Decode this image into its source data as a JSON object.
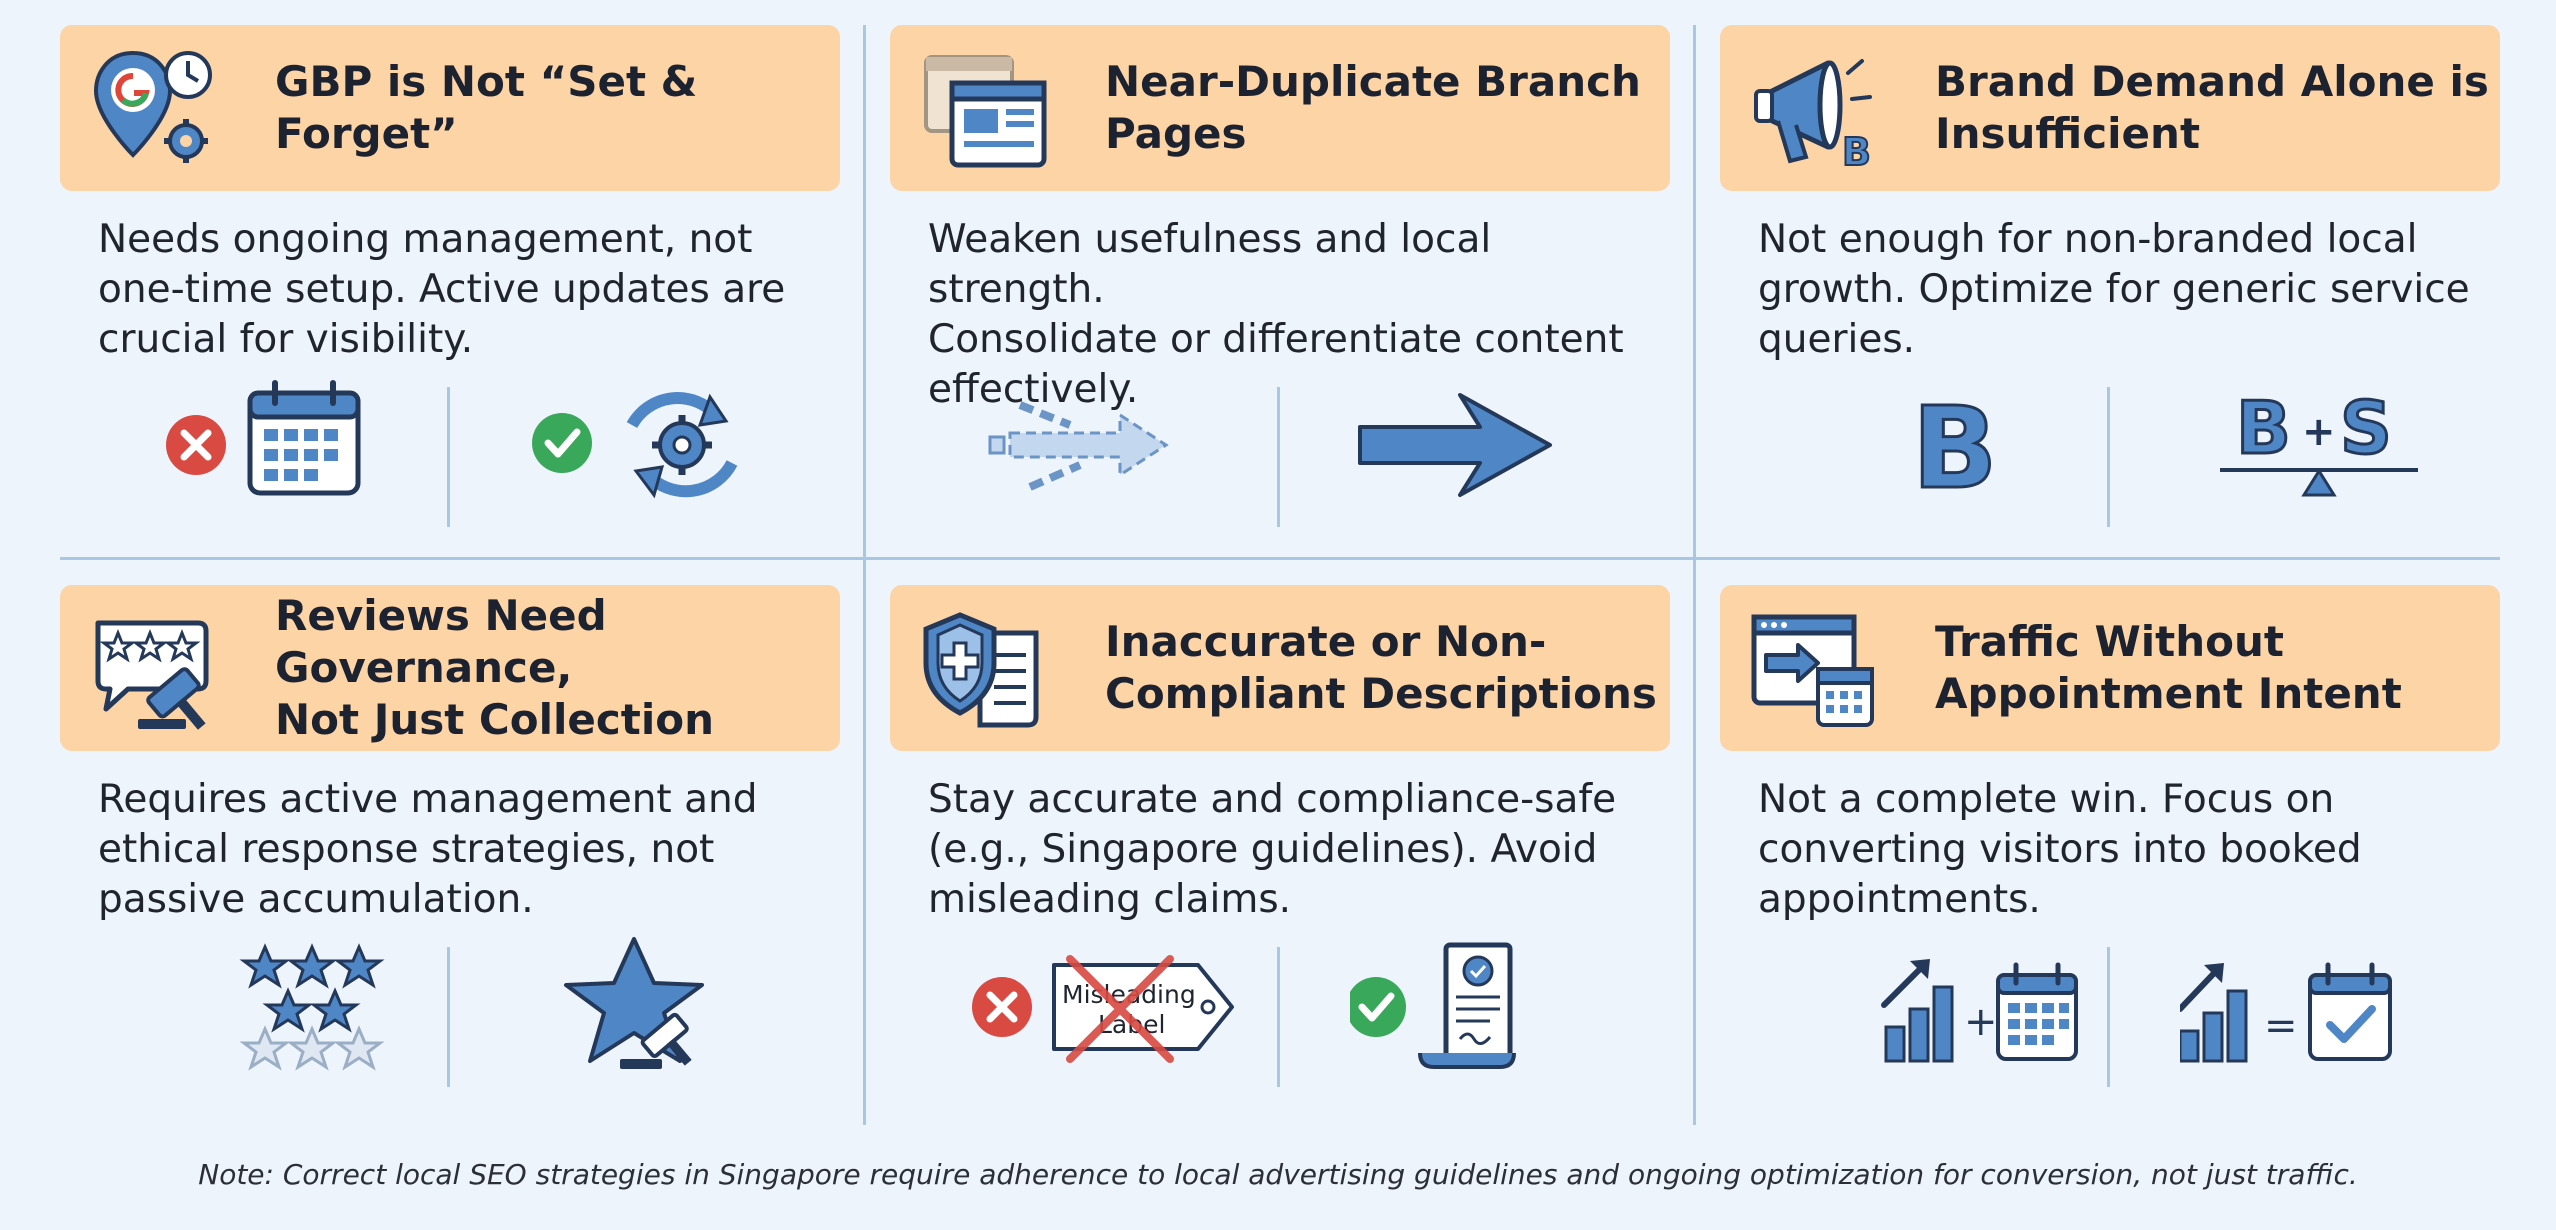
{
  "cards": [
    {
      "title": "GBP is Not “Set & Forget”",
      "description": "Needs ongoing management, not\none-time setup. Active updates are\ncrucial for visibility.",
      "icon": "google-location-clock-gear-icon",
      "left_icons": [
        "cross-icon",
        "calendar-icon"
      ],
      "right_icons": [
        "check-icon",
        "refresh-gear-icon"
      ]
    },
    {
      "title": "Near-Duplicate Branch\nPages",
      "description": "Weaken usefulness and local strength.\nConsolidate or differentiate content\neffectively.",
      "icon": "duplicate-pages-icon",
      "left_icons": [
        "scattered-arrow-icon"
      ],
      "right_icons": [
        "merged-arrow-icon"
      ]
    },
    {
      "title": "Brand Demand Alone is\nInsufficient",
      "description": "Not enough for non-branded local\ngrowth. Optimize for generic service\nqueries.",
      "icon": "megaphone-icon",
      "left_icons": [
        "brand-b-icon"
      ],
      "right_icons": [
        "brand-plus-service-balance-icon"
      ],
      "left_text": "B",
      "right_text_a": "B",
      "right_text_plus": "+",
      "right_text_b": "S",
      "icon_letter": "B"
    },
    {
      "title": "Reviews Need Governance,\nNot Just Collection",
      "description": "Requires active management and\nethical response strategies, not\npassive accumulation.",
      "icon": "review-gavel-icon",
      "left_icons": [
        "star-pile-icon"
      ],
      "right_icons": [
        "star-gavel-icon"
      ]
    },
    {
      "title": "Inaccurate or Non-\nCompliant Descriptions",
      "description": "Stay accurate and compliance-safe\n(e.g., Singapore guidelines). Avoid\nmisleading claims.",
      "icon": "shield-document-icon",
      "left_icons": [
        "cross-icon",
        "misleading-label-icon"
      ],
      "right_icons": [
        "check-icon",
        "certified-document-icon"
      ],
      "label_line1": "Misleading",
      "label_line2": "Label"
    },
    {
      "title": "Traffic Without\nAppointment Intent",
      "description": "Not a complete win. Focus on\nconverting visitors into booked\nappointments.",
      "icon": "browser-arrow-calendar-icon",
      "left_icons": [
        "growth-chart-icon",
        "calendar-icon"
      ],
      "right_icons": [
        "growth-chart-icon",
        "calendar-check-icon"
      ],
      "left_op": "+",
      "right_op": "="
    }
  ],
  "note": "Note: Correct local SEO strategies in Singapore require adherence to local advertising guidelines and ongoing optimization for conversion, not just traffic.",
  "colors": {
    "banner": "#fdd4a6",
    "background": "#eef4fb",
    "accent_blue": "#4f86c6",
    "dark_navy": "#24385a",
    "cross_red": "#d84a42",
    "check_green": "#3aa85a",
    "divider": "#a9c6e3"
  }
}
